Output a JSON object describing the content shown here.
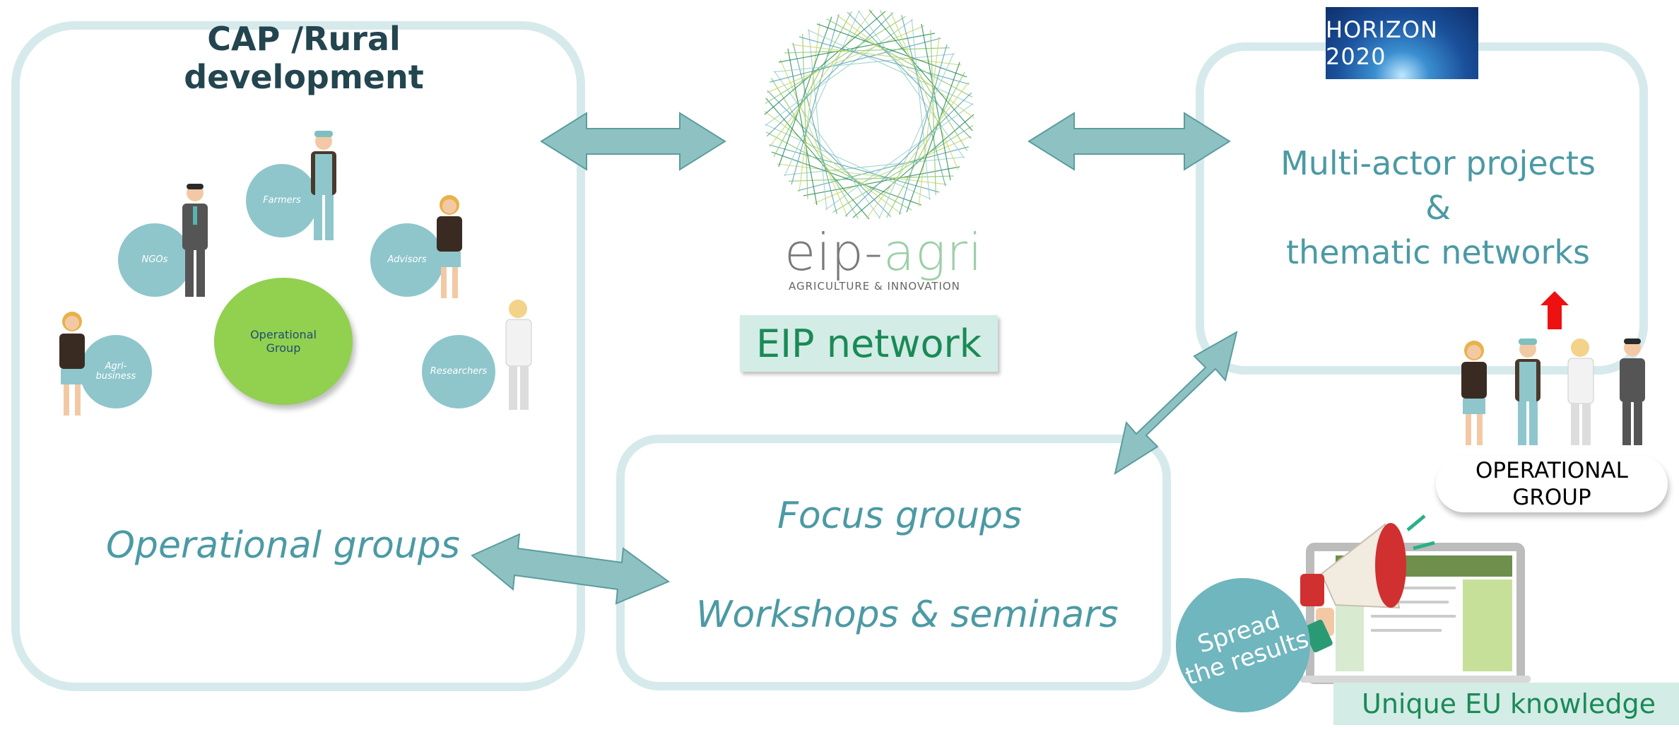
{
  "left_panel": {
    "title": "CAP /Rural development",
    "operational_group_circle": "Operational Group",
    "actors": [
      "Farmers",
      "NGOs",
      "Advisors",
      "Agri-business",
      "Researchers"
    ],
    "footer_label": "Operational groups"
  },
  "center": {
    "eip_logo_word_a": "eip-",
    "eip_logo_word_b": "agri",
    "eip_logo_sub": "AGRICULTURE & INNOVATION",
    "network_label": "EIP network"
  },
  "bottom_panel": {
    "line1": "Focus groups",
    "line2": "Workshops & seminars"
  },
  "right_panel": {
    "horizon_logo": "HORIZON 2020",
    "line1": "Multi-actor projects",
    "line2": "&",
    "line3": "thematic networks",
    "op_group_label_line1": "OPERATIONAL",
    "op_group_label_line2": "GROUP"
  },
  "bottom_right": {
    "spread_line1": "Spread",
    "spread_line2": "the results",
    "unique_label": "Unique EU knowledge"
  },
  "colors": {
    "panel_border": "#d6eaec",
    "teal_text": "#4b9aa4",
    "green_circle": "#92d050",
    "actor_circle": "#8ec6cc",
    "label_green": "#1a8a56",
    "label_bg": "#d3ece6"
  }
}
